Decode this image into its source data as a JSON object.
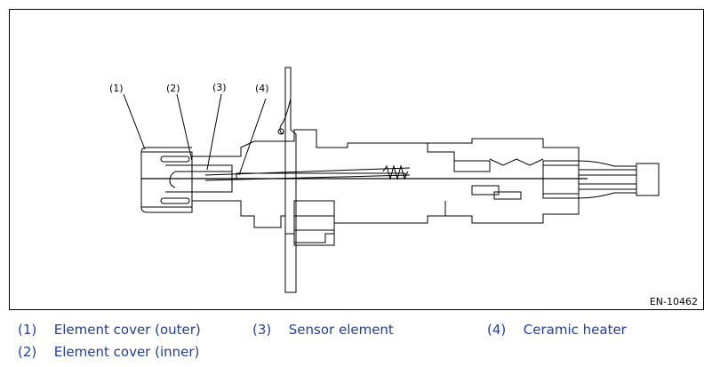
{
  "figure": {
    "id": "EN-10462",
    "callouts": [
      "(1)",
      "(2)",
      "(3)",
      "(4)"
    ]
  },
  "legend": [
    {
      "num": "(1)",
      "label": "Element cover (outer)"
    },
    {
      "num": "(2)",
      "label": "Element cover (inner)"
    },
    {
      "num": "(3)",
      "label": "Sensor element"
    },
    {
      "num": "(4)",
      "label": "Ceramic heater"
    }
  ],
  "colors": {
    "legend_text": "#1f3fa6",
    "line": "#000000"
  }
}
